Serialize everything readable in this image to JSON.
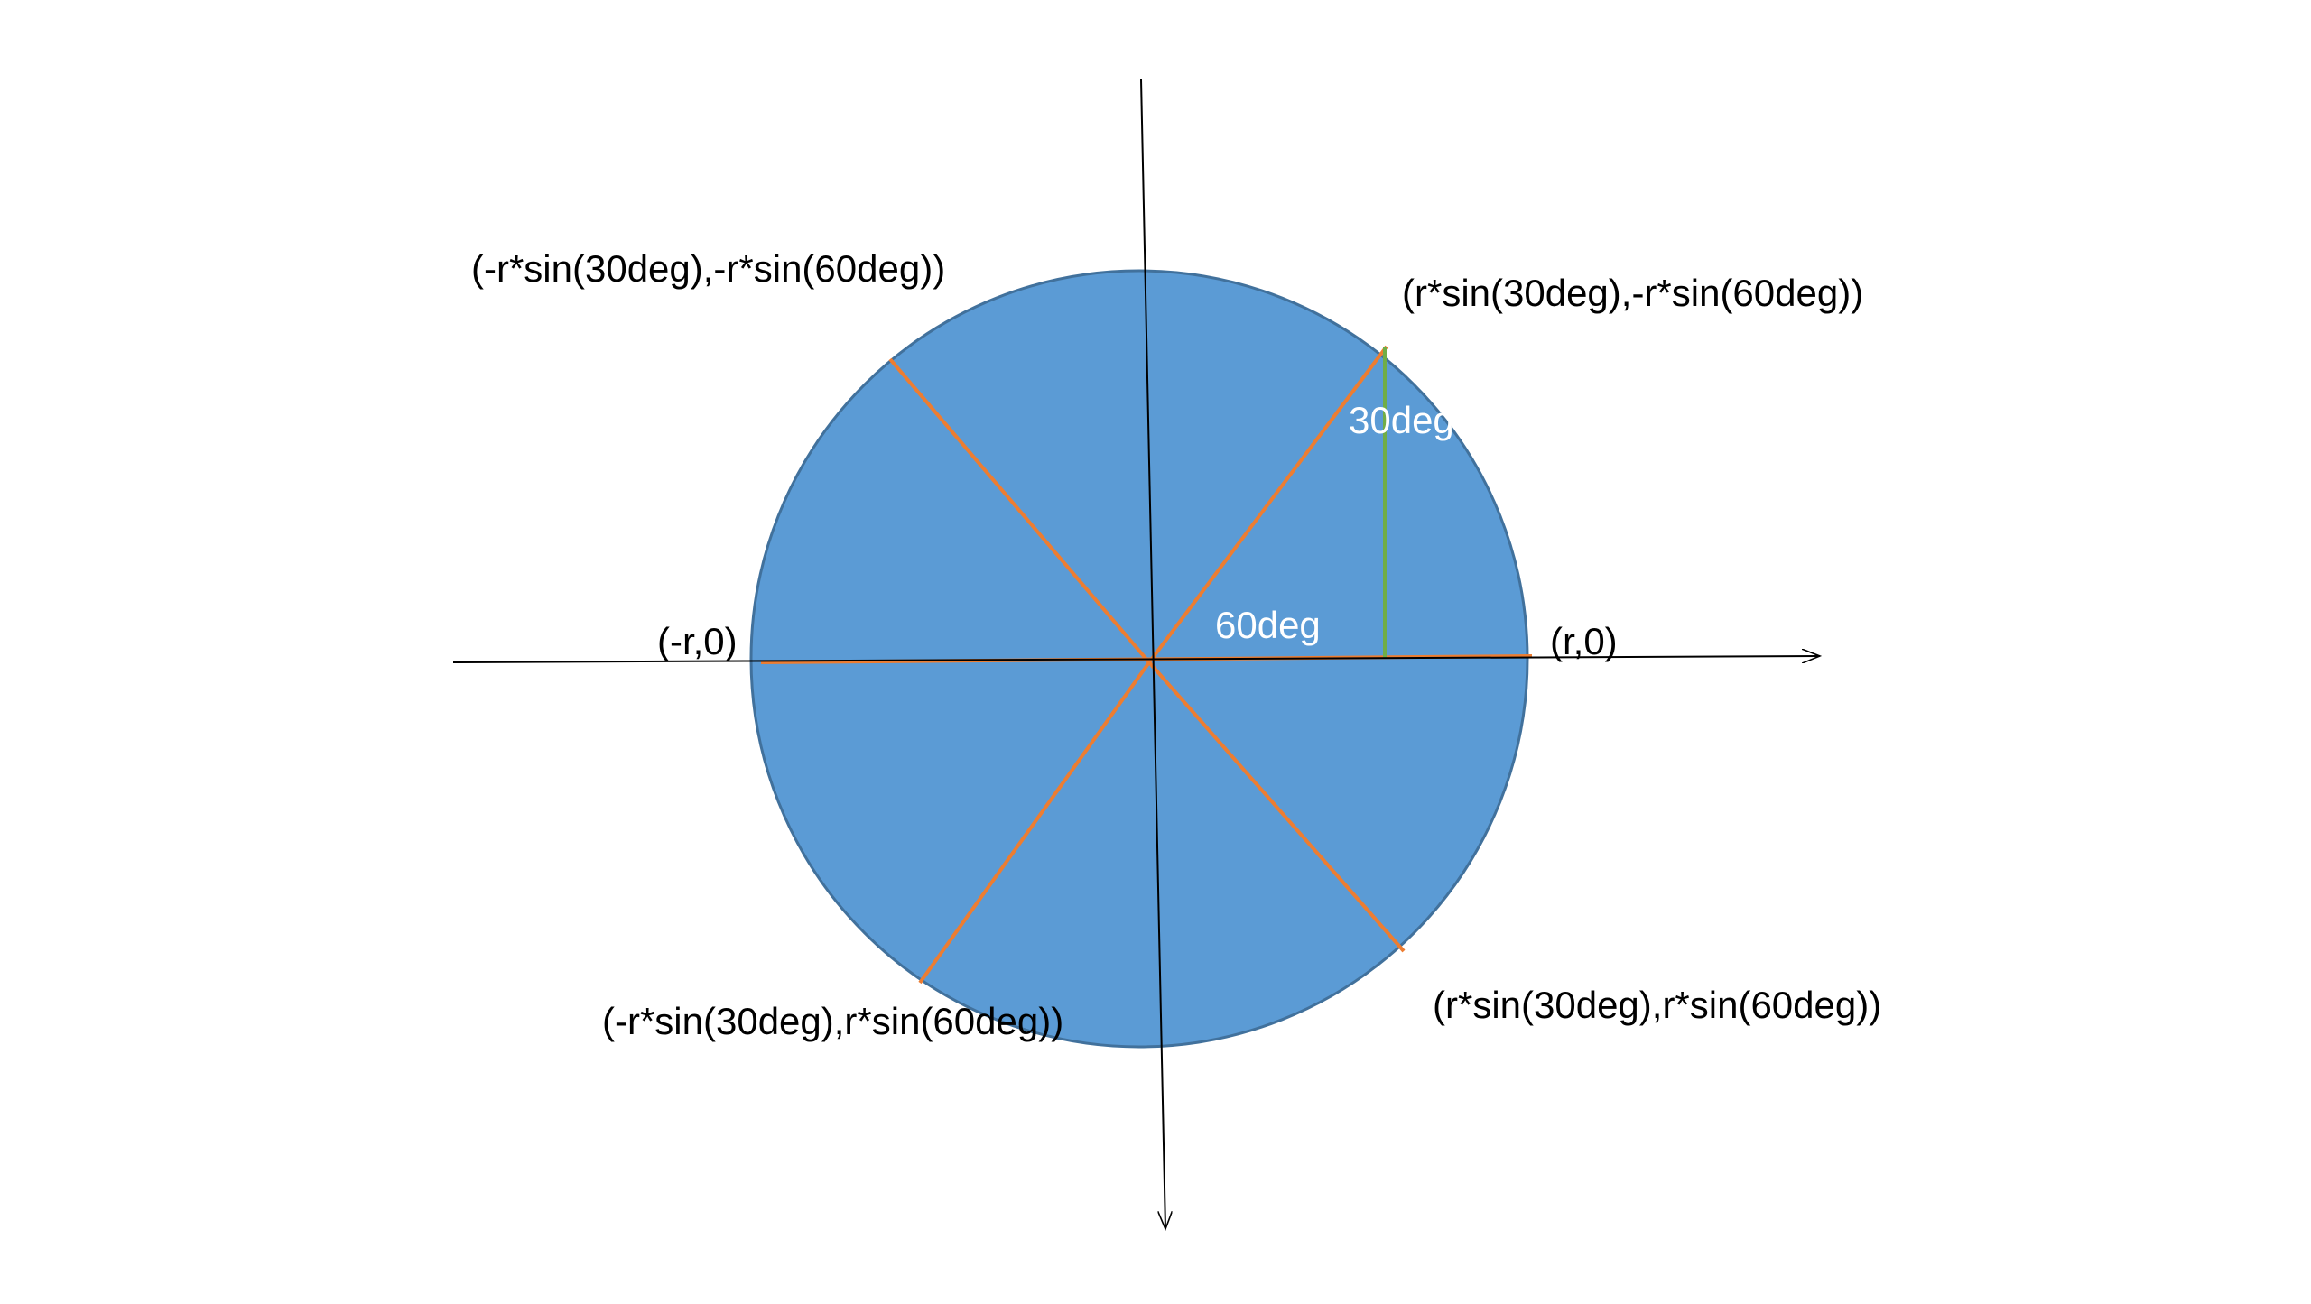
{
  "colors": {
    "background": "#ffffff",
    "circle_fill": "#5b9bd5",
    "circle_stroke": "#41719c",
    "axis": "#000000",
    "spoke": "#ed7d31",
    "height_segment": "#70ad47",
    "outer_text": "#000000",
    "inner_text": "#ffffff"
  },
  "labels": {
    "top_left_point": "(-r*sin(30deg),-r*sin(60deg))",
    "top_right_point": "(r*sin(30deg),-r*sin(60deg))",
    "left_point": "(-r,0)",
    "right_point": "(r,0)",
    "bottom_left_point": "(-r*sin(30deg),r*sin(60deg))",
    "bottom_right_point": "(r*sin(30deg),r*sin(60deg))",
    "angle_30": "30deg",
    "angle_60": "60deg"
  }
}
